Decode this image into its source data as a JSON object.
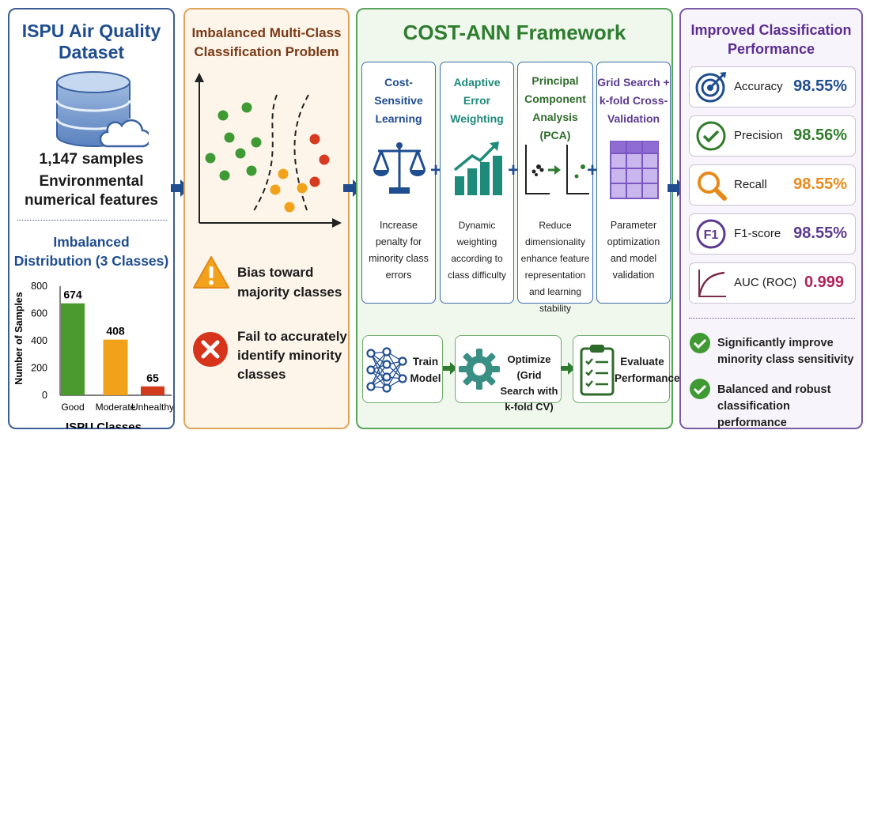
{
  "panel1": {
    "title": "ISPU Air Quality Dataset",
    "samples": "1,147 samples",
    "features": "Environmental numerical features",
    "dist_title": "Imbalanced Distribution (3 Classes)",
    "icon": "database-cloud-icon"
  },
  "chart_data": {
    "type": "bar",
    "title": "Imbalanced Distribution (3 Classes)",
    "categories": [
      "Good",
      "Moderate",
      "Unhealthy"
    ],
    "values": [
      674,
      408,
      65
    ],
    "value_labels": [
      "674",
      "408",
      "65"
    ],
    "colors": [
      "#4a9a2f",
      "#f2a21a",
      "#d23a1c"
    ],
    "xlabel": "ISPU Classes",
    "ylabel": "Number of Samples",
    "ylim": [
      0,
      800
    ],
    "yticks": [
      "0",
      "200",
      "400",
      "600",
      "800"
    ],
    "grid": false
  },
  "panel2": {
    "title": "Imbalanced Multi-Class Classification Problem",
    "issue1": "Bias toward majority classes",
    "issue2": "Fail to accurately identify minority classes",
    "icon1": "warning-icon",
    "icon2": "error-icon",
    "dot_colors": [
      "#3f9a34",
      "#f2a21a",
      "#d63a1f"
    ]
  },
  "panel3": {
    "title": "COST-ANN Framework",
    "components": [
      {
        "title": "Cost-Sensitive Learning",
        "desc": "Increase penalty for minority class errors",
        "icon": "scale-icon",
        "color": "#1f4d8f"
      },
      {
        "title": "Adaptive Error Weighting",
        "desc": "Dynamic weighting according to class difficulty",
        "icon": "bar-growth-icon",
        "color": "#1e8a7a"
      },
      {
        "title": "Principal Component Analysis (PCA)",
        "desc": "Reduce dimensionality enhance feature representation and learning stability",
        "icon": "pca-scatter-icon",
        "color": "#2e6b2a"
      },
      {
        "title": "Grid Search + k-fold Cross-Validation",
        "desc": "Parameter optimization and model validation",
        "icon": "grid-icon",
        "color": "#5b3a8f"
      }
    ],
    "steps": [
      {
        "label": "Train Model",
        "icon": "neural-network-icon"
      },
      {
        "label": "Optimize (Grid Search with k-fold CV)",
        "icon": "gear-icon"
      },
      {
        "label": "Evaluate Performance",
        "icon": "clipboard-icon"
      }
    ]
  },
  "panel4": {
    "title": "Improved Classification Performance",
    "metrics": [
      {
        "label": "Accuracy",
        "value": "98.55%",
        "color": "#1f4d8f",
        "icon": "target-icon"
      },
      {
        "label": "Precision",
        "value": "98.56%",
        "color": "#2f7d2a",
        "icon": "check-circle-icon"
      },
      {
        "label": "Recall",
        "value": "98.55%",
        "color": "#e88a1a",
        "icon": "magnifier-icon"
      },
      {
        "label": "F1-score",
        "value": "98.55%",
        "color": "#5b3a8f",
        "icon": "f1-icon"
      },
      {
        "label": "AUC (ROC)",
        "value": "0.999",
        "color": "#b0245a",
        "icon": "roc-curve-icon"
      }
    ],
    "benefits": [
      "Significantly improve minority class sensitivity",
      "Balanced and robust classification performance"
    ]
  }
}
